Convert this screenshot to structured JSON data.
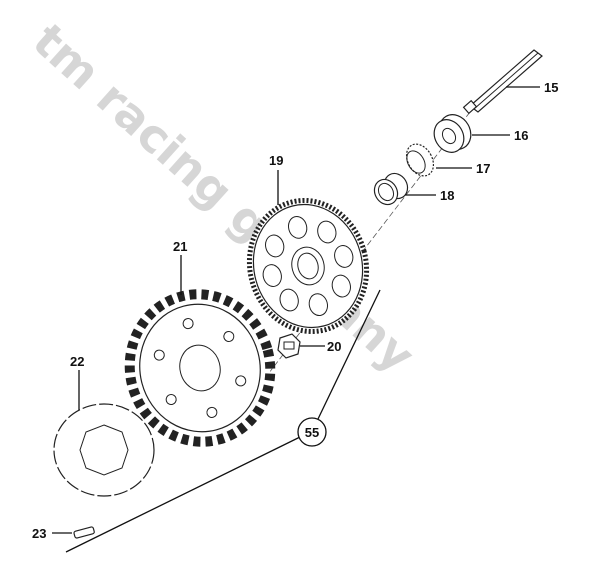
{
  "watermark": "tm racing germany",
  "callouts": {
    "c15": "15",
    "c16": "16",
    "c17": "17",
    "c18": "18",
    "c19": "19",
    "c20": "20",
    "c21": "21",
    "c22": "22",
    "c23": "23",
    "c55": "55"
  }
}
